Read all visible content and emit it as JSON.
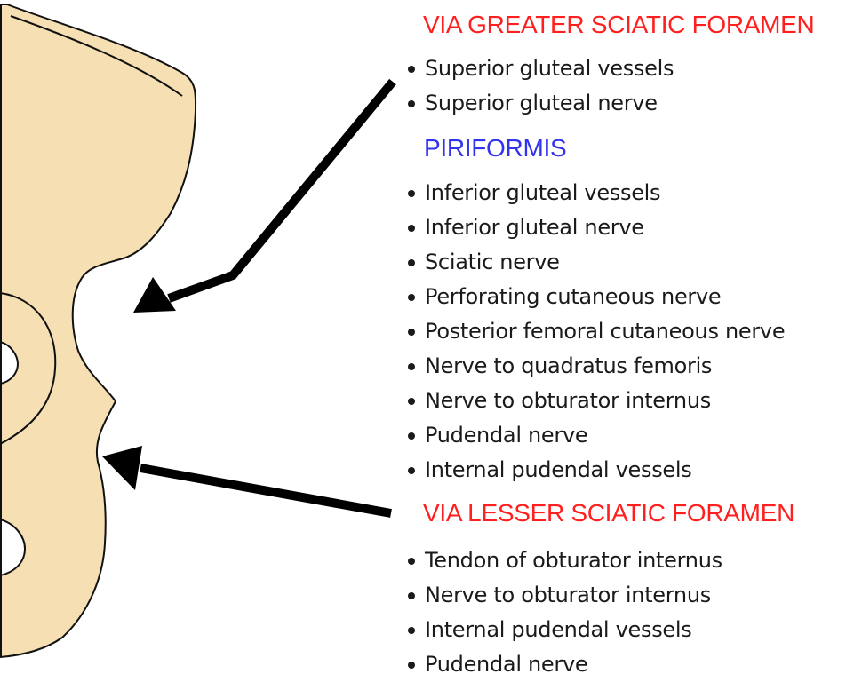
{
  "greater_foramen": {
    "heading": "VIA GREATER SCIATIC FORAMEN",
    "heading_color": "#ff1f1f",
    "above_piriformis": [
      "Superior gluteal vessels",
      "Superior gluteal nerve"
    ],
    "divider_heading": "PIRIFORMIS",
    "divider_color": "#3333ee",
    "below_piriformis": [
      "Inferior gluteal vessels",
      "Inferior gluteal nerve",
      "Sciatic nerve",
      "Perforating cutaneous nerve",
      "Posterior femoral cutaneous nerve",
      "Nerve to quadratus femoris",
      "Nerve to obturator internus",
      "Pudendal nerve",
      "Internal pudendal vessels"
    ]
  },
  "lesser_foramen": {
    "heading": "VIA LESSER SCIATIC FORAMEN",
    "heading_color": "#ff1f1f",
    "items": [
      "Tendon of obturator internus",
      "Nerve to obturator internus",
      "Internal pudendal vessels",
      "Pudendal nerve"
    ]
  },
  "colors": {
    "bone_fill": "#f5dfb3",
    "outline": "#111111",
    "arrow": "#000000",
    "text": "#1a1a1a"
  }
}
